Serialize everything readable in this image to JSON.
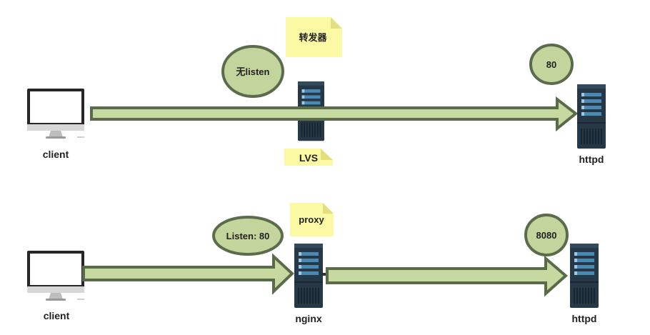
{
  "row1": {
    "client_label": "client",
    "middle_note": "转发器",
    "middle_bubble": "无listen",
    "middle_label": "LVS",
    "server_bubble": "80",
    "server_label": "httpd"
  },
  "row2": {
    "client_label": "client",
    "middle_note": "proxy",
    "middle_bubble": "Listen: 80",
    "middle_label": "nginx",
    "server_bubble": "8080",
    "server_label": "httpd"
  },
  "colors": {
    "arrow_fill": "#c5d9a0",
    "arrow_stroke": "#5a6b4a",
    "bubble_fill": "#c3d59c",
    "bubble_stroke": "#5b6b4b",
    "note_fill": "#fbf9a4",
    "note_fold": "#e2e07e",
    "server_body": "#263846",
    "server_bar": "#4a8bb5"
  }
}
